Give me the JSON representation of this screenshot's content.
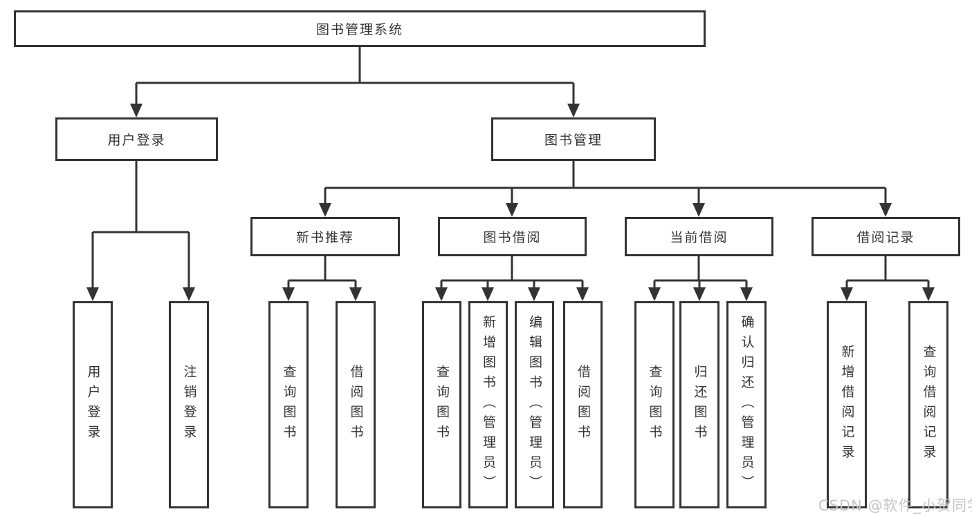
{
  "tree": {
    "root": "图书管理系统",
    "user_login": {
      "label": "用户登录",
      "children": [
        "用户登录",
        "注销登录"
      ]
    },
    "book_mgmt": {
      "label": "图书管理",
      "modules": {
        "new_book": {
          "label": "新书推荐",
          "children": [
            "查询图书",
            "借阅图书"
          ]
        },
        "book_borrow": {
          "label": "图书借阅",
          "children": [
            "查询图书",
            "新增图书（管理员）",
            "编辑图书（管理员）",
            "借阅图书"
          ]
        },
        "current_borrow": {
          "label": "当前借阅",
          "children": [
            "查询图书",
            "归还图书",
            "确认归还（管理员）"
          ]
        },
        "borrow_records": {
          "label": "借阅记录",
          "children": [
            "新增借阅记录",
            "查询借阅记录"
          ]
        }
      }
    }
  },
  "watermark": "CSDN @软件_小贺同学",
  "colors": {
    "line": "#333333",
    "box_border": "#333333",
    "text": "#333333",
    "watermark": "#c9c3c3",
    "background": "#ffffff"
  }
}
